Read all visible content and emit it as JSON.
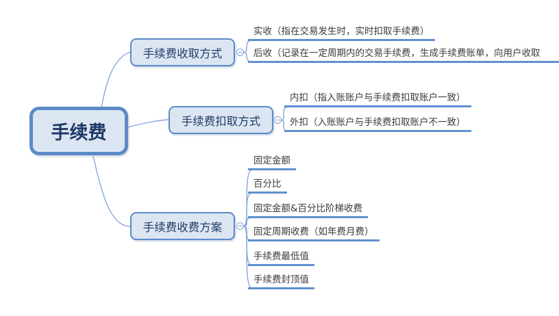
{
  "diagram": {
    "type": "mindmap",
    "root": {
      "label": "手续费"
    },
    "branches": [
      {
        "label": "手续费收取方式",
        "collapse_icon": "minus-circle",
        "children": [
          "实收（指在交易发生时，实时扣取手续费）",
          "后收（记录在一定周期内的交易手续费，生成手续费账单，向用户收取"
        ]
      },
      {
        "label": "手续费扣取方式",
        "collapse_icon": "minus-circle",
        "children": [
          "内扣（指入账账户与手续费扣取账户一致）",
          "外扣（入账账户与手续费扣取账户不一致）"
        ]
      },
      {
        "label": "手续费收费方案",
        "collapse_icon": "minus-circle",
        "children": [
          "固定金额",
          "百分比",
          "固定金额&百分比阶梯收费",
          "固定周期收费（如年费月费）",
          "手续费最低值",
          "手续费封顶值"
        ]
      }
    ]
  },
  "colors": {
    "border": "#5b8ac7",
    "fill": "#dce6f2",
    "boxtext": "#1f3a67",
    "childtext": "#3a3a3a",
    "underline": "#5e90cf",
    "curve": "#87a7d8",
    "collapse": "#7ba2d4",
    "bg": "#ffffff"
  }
}
